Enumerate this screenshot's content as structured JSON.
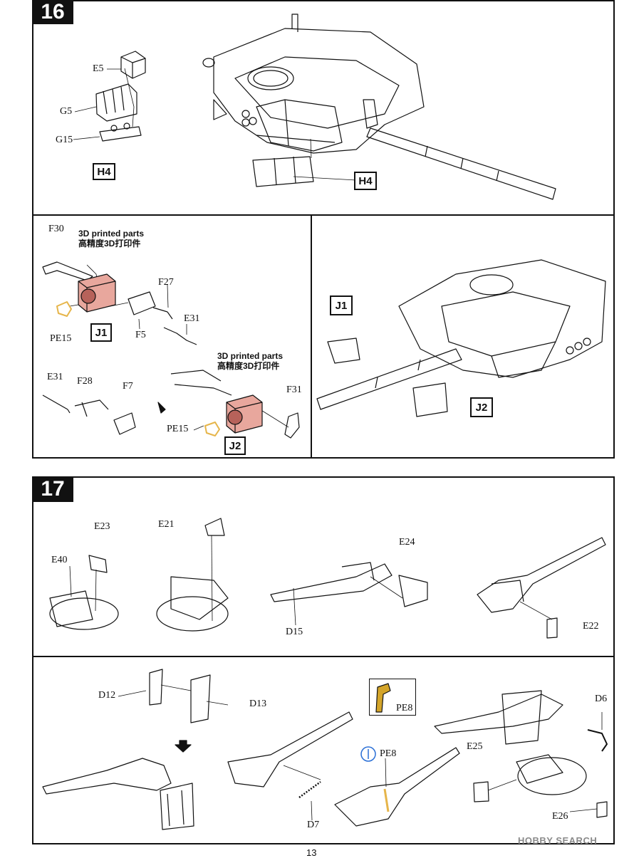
{
  "step16": {
    "number": "16",
    "top_labels": {
      "e5": "E5",
      "g5": "G5",
      "g15": "G15",
      "h4_left": "H4",
      "h4_right": "H4"
    },
    "j_labels": {
      "f30": "F30",
      "f27": "F27",
      "e31a": "E31",
      "pe15a": "PE15",
      "f5": "F5",
      "j1": "J1",
      "e31b": "E31",
      "f28": "F28",
      "f7": "F7",
      "f31": "F31",
      "pe15b": "PE15",
      "j2": "J2",
      "j1_right": "J1",
      "j2_right": "J2"
    },
    "print_note_1": {
      "en": "3D printed parts",
      "zh": "高精度3D打印件"
    },
    "print_note_2": {
      "en": "3D printed parts",
      "zh": "高精度3D打印件"
    }
  },
  "step17": {
    "number": "17",
    "labels": {
      "e23": "E23",
      "e40": "E40",
      "e21": "E21",
      "e24": "E24",
      "d15": "D15",
      "e22": "E22",
      "d12": "D12",
      "d13": "D13",
      "pe8_box": "PE8",
      "pe8": "PE8",
      "d6": "D6",
      "e25": "E25",
      "d7": "D7",
      "e26": "E26"
    }
  },
  "footer": {
    "page": "13",
    "watermark": "HOBBY SEARCH"
  },
  "colors": {
    "line": "#111111",
    "printed_part": "#e8a79d",
    "photo_etch": "#e6b54a",
    "pe_box": "#d4a52a"
  }
}
